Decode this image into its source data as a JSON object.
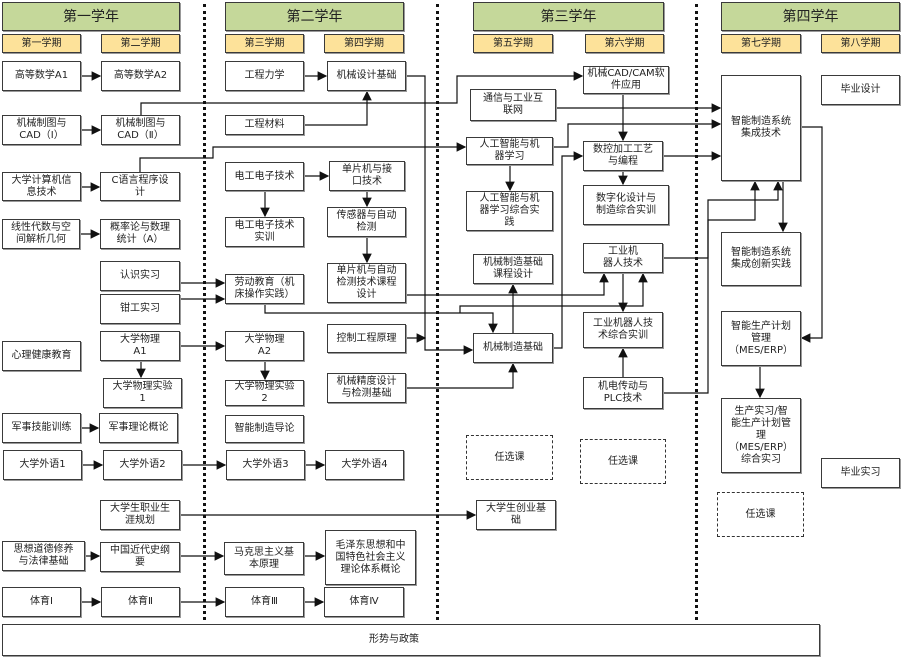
{
  "years": [
    "第一学年",
    "第二学年",
    "第三学年",
    "第四学年"
  ],
  "semesters": [
    "第一学期",
    "第二学期",
    "第三学期",
    "第四学期",
    "第五学期",
    "第六学期",
    "第七学期",
    "第八学期"
  ],
  "courses": {
    "math_a1": "高等数学A1",
    "math_a2": "高等数学A2",
    "cad1": "机械制图与\nCAD（Ⅰ）",
    "cad2": "机械制图与\nCAD（Ⅱ）",
    "computer": "大学计算机信\n息技术",
    "c_lang": "C语言程序设\n计",
    "linear": "线性代数与空\n间解析几何",
    "prob": "概率论与数理\n统计（A）",
    "cognition": "认识实习",
    "fitter": "钳工实习",
    "psych": "心理健康教育",
    "phys_a1": "大学物理\nA1",
    "phys_lab1": "大学物理实验\n1",
    "mil_skill": "军事技能训练",
    "mil_theory": "军事理论概论",
    "eng1": "大学外语1",
    "eng2": "大学外语2",
    "eng3": "大学外语3",
    "eng4": "大学外语4",
    "career": "大学生职业生\n涯规划",
    "moral": "思想道德修养\n与法律基础",
    "history": "中国近代史纲\n要",
    "marx": "马克思主义基\n本原理",
    "mao": "毛泽东思想和中\n国特色社会主义\n理论体系概论",
    "pe1": "体育Ⅰ",
    "pe2": "体育Ⅱ",
    "pe3": "体育Ⅲ",
    "pe4": "体育Ⅳ",
    "situation": "形势与政策",
    "mechanics": "工程力学",
    "mech_design": "机械设计基础",
    "materials": "工程材料",
    "electronics": "电工电子技术",
    "mcu": "单片机与接\n口技术",
    "elec_train": "电工电子技术\n实训",
    "sensor": "传感器与自动\n检测",
    "labor": "劳动教育（机\n床操作实践）",
    "mcu_design": "单片机与自动\n检测技术课程\n设计",
    "control": "控制工程原理",
    "precision": "机械精度设计\n与检测基础",
    "phys_a2": "大学物理\nA2",
    "phys_lab2": "大学物理实验\n2",
    "intro_im": "智能制造导论",
    "cadcam": "机械CAD/CAM软\n件应用",
    "iot": "通信与工业互\n联网",
    "ai": "人工智能与机\n器学习",
    "cnc": "数控加工工艺\n与编程",
    "ai_practice": "人工智能与机\n器学习综合实\n践",
    "digital": "数字化设计与\n制造综合实训",
    "mfg_design": "机械制造基础\n课程设计",
    "robot": "工业机\n器人技术",
    "mfg": "机械制造基础",
    "robot_train": "工业机器人技\n术综合实训",
    "plc": "机电传动与\nPLC技术",
    "elective5": "任选课",
    "elective6": "任选课",
    "elective7": "任选课",
    "startup": "大学生创业基\n础",
    "ims": "智能制造系统\n集成技术",
    "ims_practice": "智能制造系统\n集成创新实践",
    "mes": "智能生产计划\n管理\n（MES/ERP）",
    "internship_mes": "生产实习/智\n能生产计划管\n理\n（MES/ERP）\n综合实习",
    "thesis": "毕业设计",
    "grad_intern": "毕业实习"
  }
}
